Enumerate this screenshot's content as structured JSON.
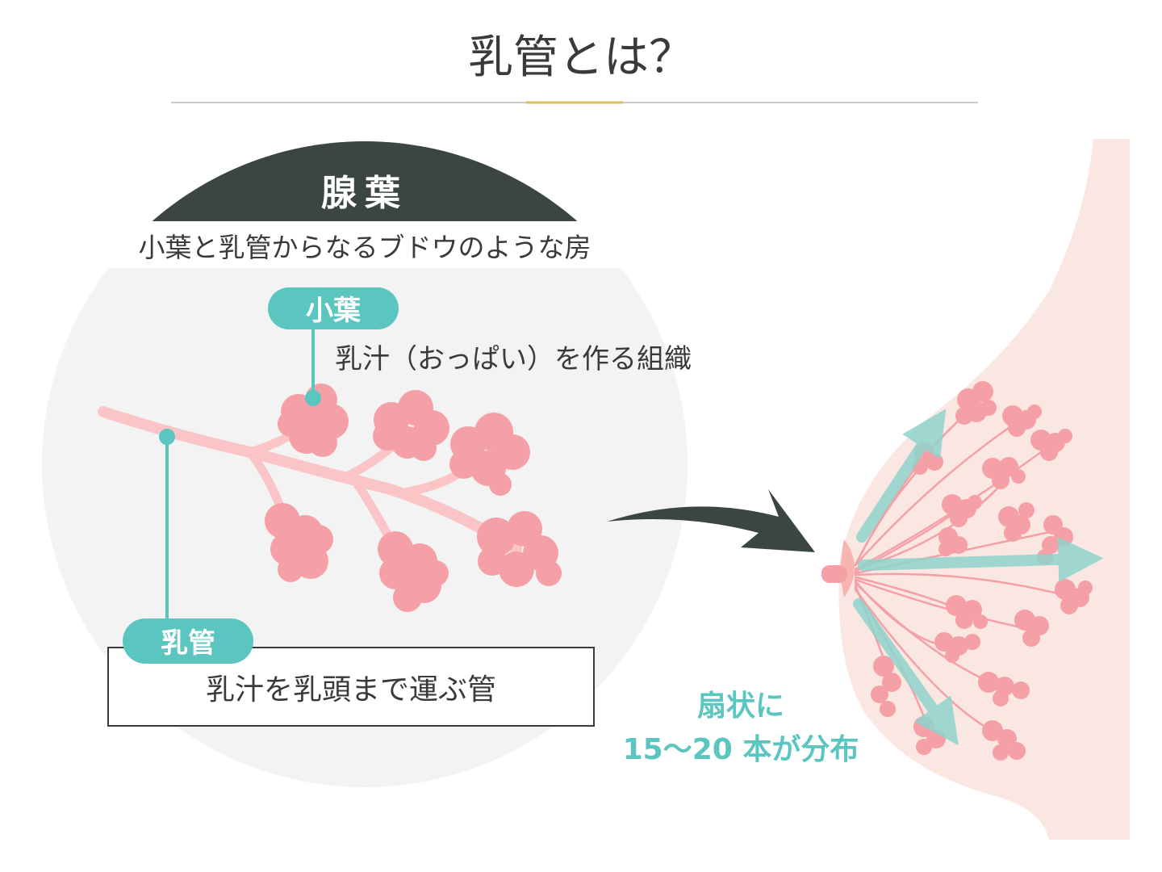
{
  "title": "乳管とは？",
  "gland": {
    "heading": "腺葉",
    "description": "小葉と乳管からなるブドウのような房"
  },
  "lobule": {
    "label": "小葉",
    "description": "乳汁（おっぱい）を作る組織"
  },
  "duct": {
    "label": "乳管",
    "description": "乳汁を乳頭まで運ぶ管"
  },
  "distribution": {
    "line1": "扇状に",
    "line2": "15〜20 本が分布"
  },
  "colors": {
    "text_dark": "#3a3a3a",
    "dark_slate": "#3b4543",
    "teal": "#5bc5c0",
    "pink": "#f4a0a6",
    "light_pink": "#fbc4c7",
    "skin": "#fbe7e1",
    "gray_circle": "#f3f3f3",
    "accent_gold": "#d8c24c",
    "rule_gray": "#cccccc"
  }
}
